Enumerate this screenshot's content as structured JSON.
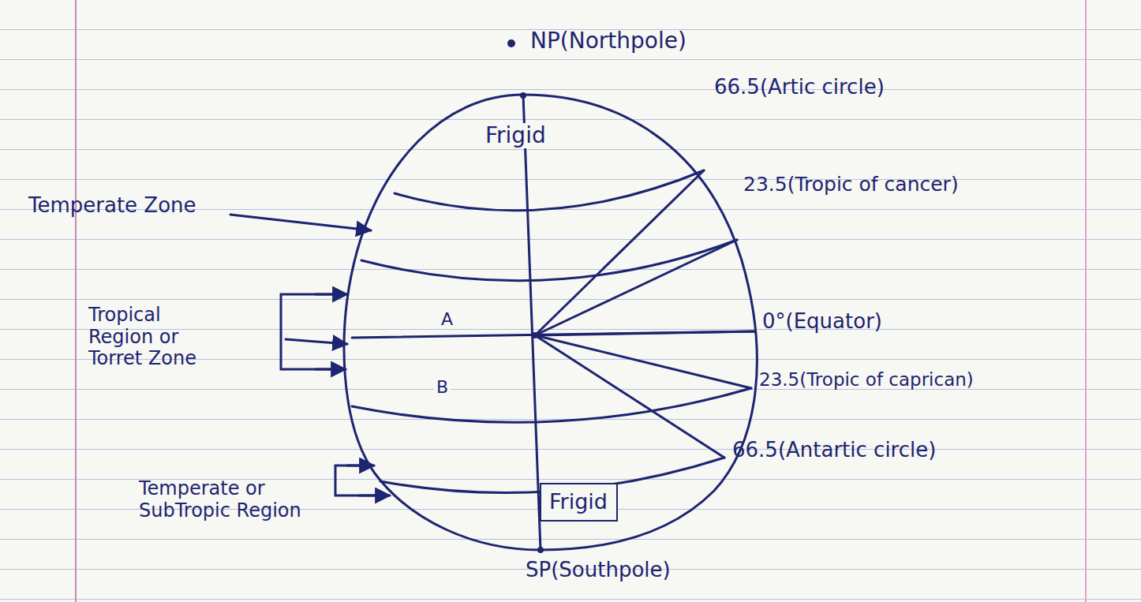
{
  "diagram": {
    "nodes": [
      {
        "text": [
          "Frigid"
        ]
      }
    ],
    "labels": [
      "NP(Northpole)",
      "Frigid",
      "66.5(Artic circle)",
      "23.5(Tropic of cancer)",
      "0°(Equator)",
      "23.5(Tropic of caprican)",
      "66.5(Antartic circle)",
      "Temperate Zone",
      "Tropical Region or Torret Zone",
      "Temperate or SubTropic Region",
      "SP(Southpole)",
      "A",
      "B"
    ]
  }
}
